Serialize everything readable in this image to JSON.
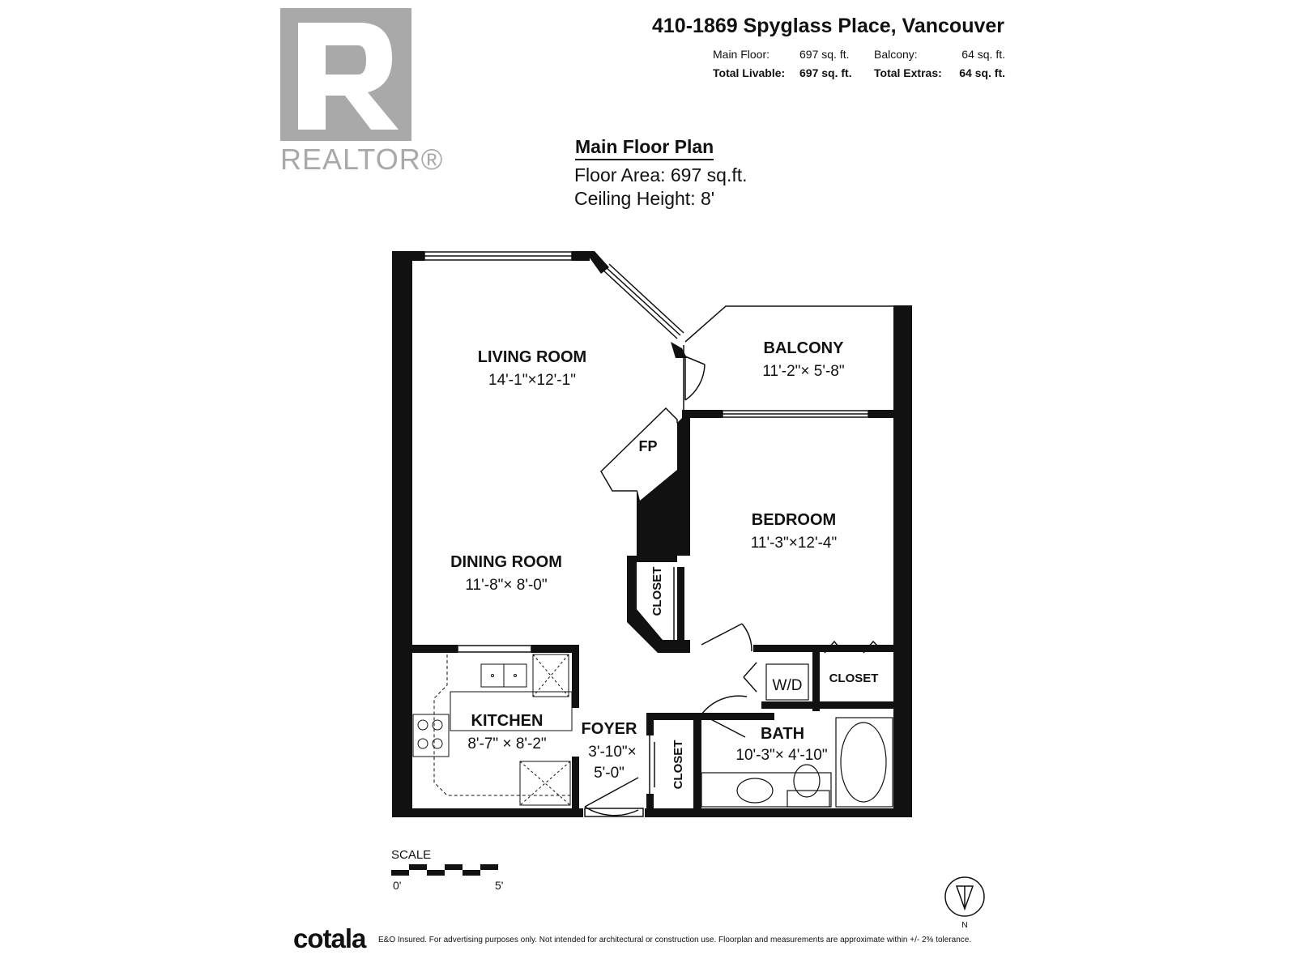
{
  "logo": {
    "name": "REALTOR®"
  },
  "header": {
    "address": "410-1869 Spyglass Place, Vancouver",
    "main_floor_label": "Main Floor:",
    "main_floor_value": "697 sq. ft.",
    "balcony_label": "Balcony:",
    "balcony_value": "64 sq. ft.",
    "total_livable_label": "Total Livable:",
    "total_livable_value": "697 sq. ft.",
    "total_extras_label": "Total Extras:",
    "total_extras_value": "64 sq. ft."
  },
  "plan": {
    "title": "Main Floor Plan",
    "floor_area": "Floor Area:  697 sq.ft.",
    "ceiling_height": "Ceiling Height: 8'"
  },
  "rooms": {
    "living_room": {
      "name": "LIVING ROOM",
      "dims": "14'-1\"×12'-1\""
    },
    "balcony": {
      "name": "BALCONY",
      "dims": "11'-2\"×  5'-8\""
    },
    "bedroom": {
      "name": "BEDROOM",
      "dims": "11'-3\"×12'-4\""
    },
    "dining_room": {
      "name": "DINING ROOM",
      "dims": "11'-8\"×  8'-0\""
    },
    "kitchen": {
      "name": "KITCHEN",
      "dims": "8'-7\"  ×  8'-2\""
    },
    "foyer": {
      "name": "FOYER",
      "dims_1": "3'-10\"×",
      "dims_2": "5'-0\""
    },
    "bath": {
      "name": "BATH",
      "dims": "10'-3\"×  4'-10\""
    },
    "fireplace": "FP",
    "closet_bedroom": "CLOSET",
    "closet_hall": "CLOSET",
    "closet_foyer": "CLOSET",
    "washer_dryer": "W/D"
  },
  "scale": {
    "label": "SCALE",
    "start": "0'",
    "end": "5'"
  },
  "compass": {
    "label": "N"
  },
  "footer": {
    "brand": "cotala",
    "disclaimer": "E&O Insured. For advertising purposes only. Not intended for architectural or construction use. Floorplan and measurements are approximate within +/- 2% tolerance."
  }
}
